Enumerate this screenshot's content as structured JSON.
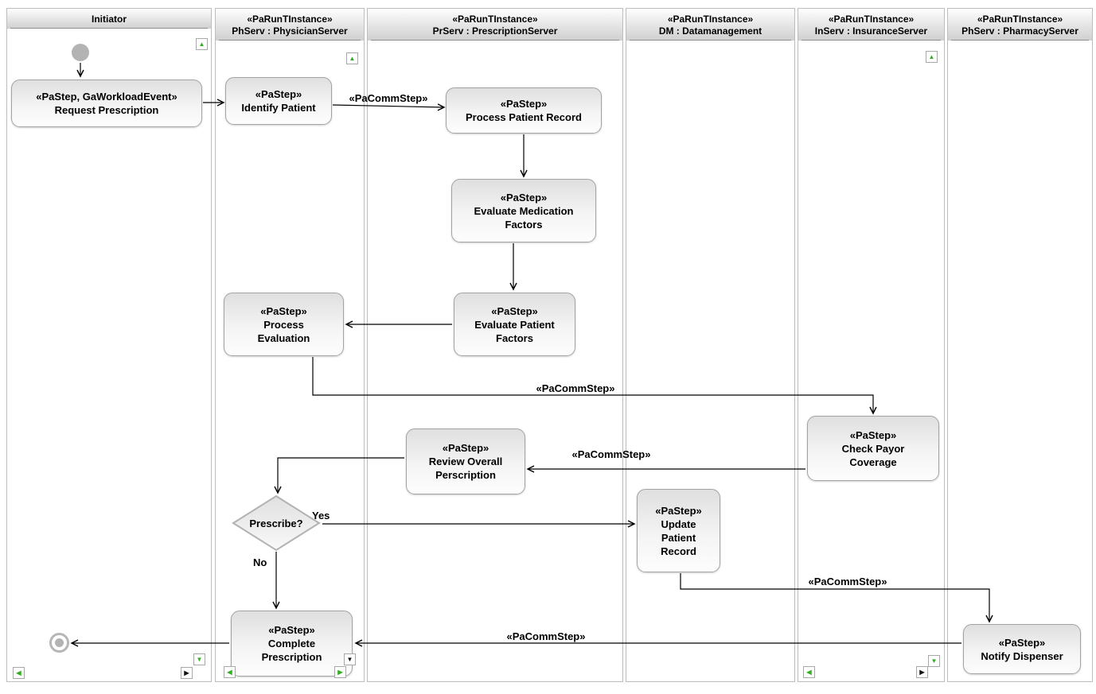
{
  "lanes": [
    {
      "name": "Initiator"
    },
    {
      "stereotype": "«PaRunTInstance»",
      "name": "PhServ : PhysicianServer"
    },
    {
      "stereotype": "«PaRunTInstance»",
      "name": "PrServ : PrescriptionServer"
    },
    {
      "stereotype": "«PaRunTInstance»",
      "name": "DM : Datamanagement"
    },
    {
      "stereotype": "«PaRunTInstance»",
      "name": "InServ : InsuranceServer"
    },
    {
      "stereotype": "«PaRunTInstance»",
      "name": "PhServ : PharmacyServer"
    }
  ],
  "nodes": {
    "request_prescription": {
      "stereotype": "«PaStep, GaWorkloadEvent»",
      "name": "Request Prescription"
    },
    "identify_patient": {
      "stereotype": "«PaStep»",
      "name": "Identify Patient"
    },
    "process_patient_record": {
      "stereotype": "«PaStep»",
      "name": "Process Patient Record"
    },
    "evaluate_medication_factors": {
      "stereotype": "«PaStep»",
      "name": "Evaluate Medication\nFactors"
    },
    "evaluate_patient_factors": {
      "stereotype": "«PaStep»",
      "name": "Evaluate Patient\nFactors"
    },
    "process_evaluation": {
      "stereotype": "«PaStep»",
      "name": "Process\nEvaluation"
    },
    "check_payor_coverage": {
      "stereotype": "«PaStep»",
      "name": "Check Payor\nCoverage"
    },
    "review_overall_perscription": {
      "stereotype": "«PaStep»",
      "name": "Review Overall\nPerscription"
    },
    "update_patient_record": {
      "stereotype": "«PaStep»",
      "name": "Update\nPatient\nRecord"
    },
    "complete_prescription": {
      "stereotype": "«PaStep»",
      "name": "Complete\nPrescription"
    },
    "notify_dispenser": {
      "stereotype": "«PaStep»",
      "name": "Notify Dispenser"
    }
  },
  "decision": {
    "label": "Prescribe?"
  },
  "edge_labels": {
    "identify_to_process": "«PaCommStep»",
    "evaluation_to_payor": "«PaCommStep»",
    "payor_to_review": "«PaCommStep»",
    "update_to_notify": "«PaCommStep»",
    "notify_to_complete": "«PaCommStep»",
    "yes": "Yes",
    "no": "No"
  },
  "icons": {
    "up": "▲",
    "down": "▼",
    "left": "◀",
    "right": "▶"
  },
  "colors": {
    "lane_border": "#bdbdbd",
    "header_gradient_top": "#fefefe",
    "header_gradient_bottom": "#cfcfcf",
    "node_border": "#a3a3a3",
    "node_gradient_top": "#dfdfdf",
    "node_gradient_bottom": "#fdfdfd",
    "endpoint_gray": "#b3b3b3",
    "edge": "#000000",
    "icon_green": "#2fae1e",
    "icon_black": "#141414"
  }
}
